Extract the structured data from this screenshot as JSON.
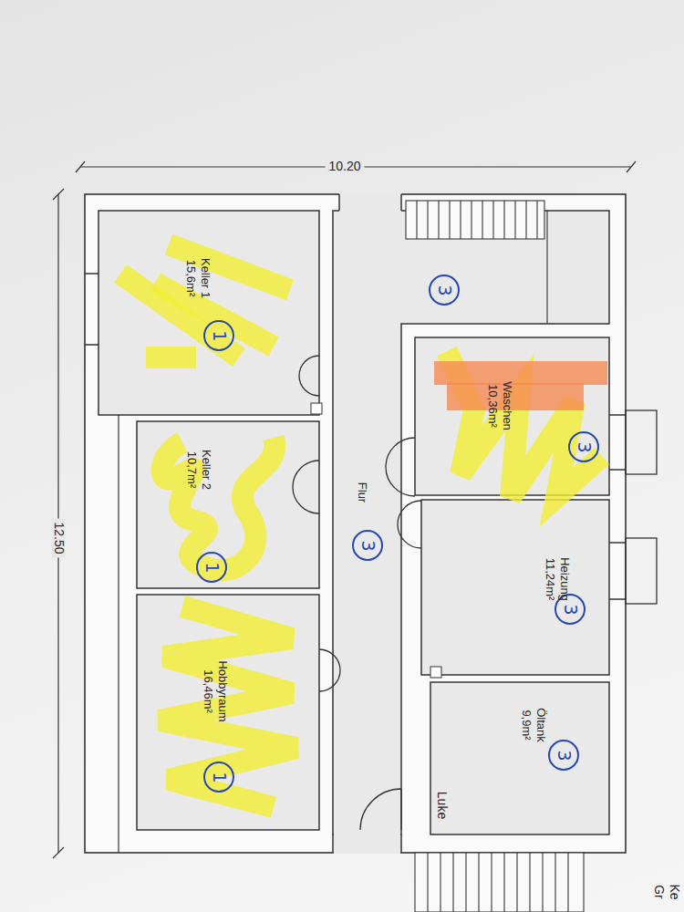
{
  "diagram": {
    "nodes": [
      {
        "text": [
          "Keller 1",
          "15,6m²"
        ]
      },
      {
        "text": [
          "1"
        ],
        "in": 0
      },
      {
        "text": [
          "Keller 2",
          "10,7m²"
        ]
      },
      {
        "text": [
          "1"
        ],
        "in": 2
      },
      {
        "text": [
          "Hobbyraum",
          "16,46m²"
        ]
      },
      {
        "text": [
          "1"
        ],
        "in": 4
      },
      {
        "text": [
          "3"
        ]
      },
      {
        "text": [
          "Waschen",
          "10,36m²"
        ]
      },
      {
        "text": [
          "3"
        ],
        "in": 7
      },
      {
        "text": [
          "Flur"
        ]
      },
      {
        "text": [
          "3"
        ],
        "in": 9
      },
      {
        "text": [
          "Heizung",
          "11,24m²"
        ]
      },
      {
        "text": [
          "3"
        ],
        "in": 11
      },
      {
        "text": [
          "Öltank",
          "9,9m²"
        ]
      },
      {
        "text": [
          "3"
        ],
        "in": 13
      }
    ],
    "labels": [
      "10.20",
      "12.50",
      "Luke",
      "Gr",
      "Ke"
    ]
  }
}
